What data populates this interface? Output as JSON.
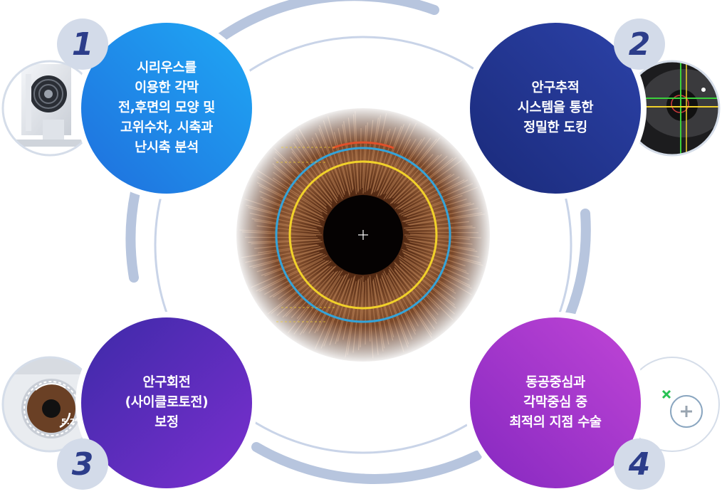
{
  "features": [
    {
      "number": "1",
      "text": "시리우스를\n이용한 각막\n전,후면의 모양 및\n고위수차, 시축과\n난시축 분석"
    },
    {
      "number": "2",
      "text": "안구추적\n시스템을 통한\n정밀한 도킹"
    },
    {
      "number": "3",
      "text": "안구회전\n(사이클로토전)\n보정"
    },
    {
      "number": "4",
      "text": "동공중심과\n각막중심 중\n최적의 지점 수술"
    }
  ],
  "thumbnails": {
    "rotation_readout": "5.2°"
  },
  "colors": {
    "ring": "#b7c5de",
    "circle1": [
      "#2a9af0",
      "#1f6fdd"
    ],
    "circle2": [
      "#2a3d9a",
      "#1a2470"
    ],
    "circle3": [
      "#4a2fb5",
      "#6a2fc7"
    ],
    "circle4": [
      "#8a2fc2",
      "#b13fd0"
    ],
    "iris": "#7a4a2e"
  }
}
